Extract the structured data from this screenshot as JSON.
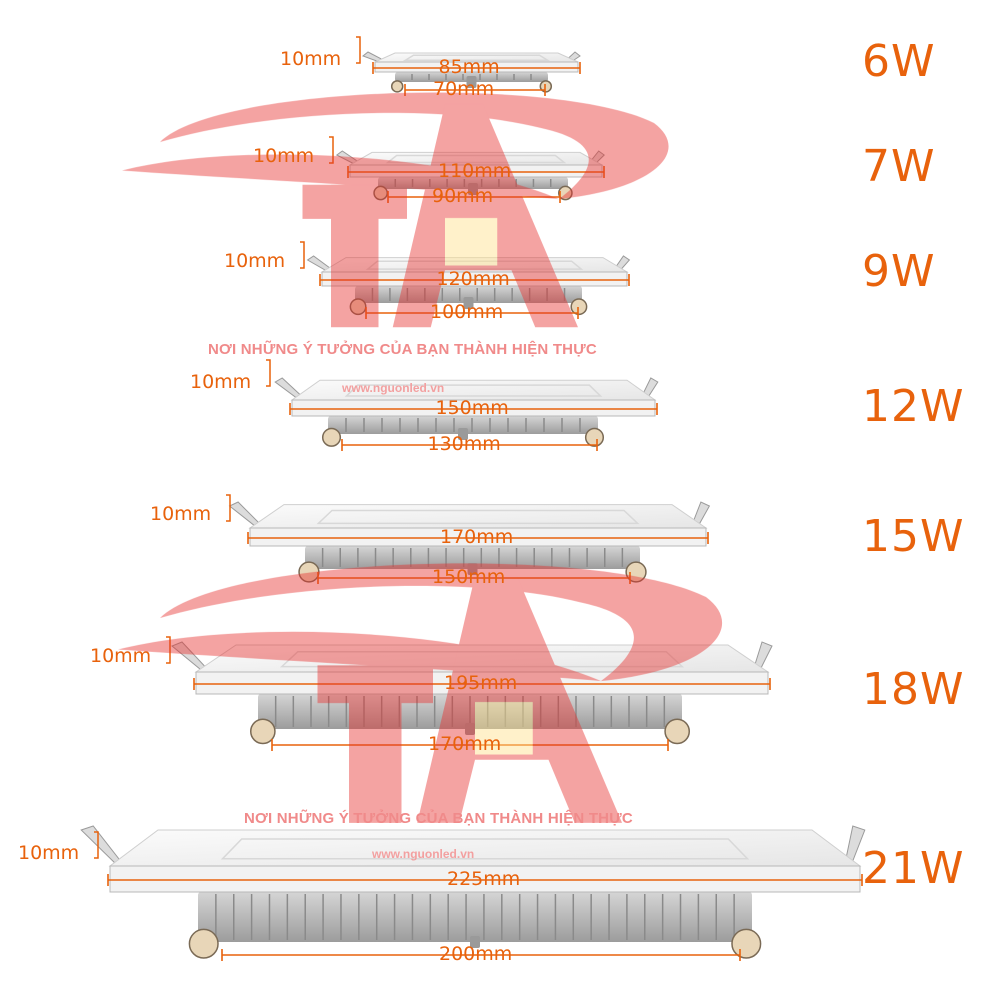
{
  "watermark": {
    "slogan": "NƠI NHỮNG Ý TƯỞNG CỦA BẠN THÀNH HIỆN THỰC",
    "website": "www.nguonled.vn",
    "logo_color": "#e7312f"
  },
  "accent_color": "#e8620c",
  "panels": [
    {
      "power": "6W",
      "thickness": "10mm",
      "outer": "85mm",
      "cutout": "70mm"
    },
    {
      "power": "7W",
      "thickness": "10mm",
      "outer": "110mm",
      "cutout": "90mm"
    },
    {
      "power": "9W",
      "thickness": "10mm",
      "outer": "120mm",
      "cutout": "100mm"
    },
    {
      "power": "12W",
      "thickness": "10mm",
      "outer": "150mm",
      "cutout": "130mm"
    },
    {
      "power": "15W",
      "thickness": "10mm",
      "outer": "170mm",
      "cutout": "150mm"
    },
    {
      "power": "18W",
      "thickness": "10mm",
      "outer": "195mm",
      "cutout": "170mm"
    },
    {
      "power": "21W",
      "thickness": "10mm",
      "outer": "225mm",
      "cutout": "200mm"
    }
  ]
}
